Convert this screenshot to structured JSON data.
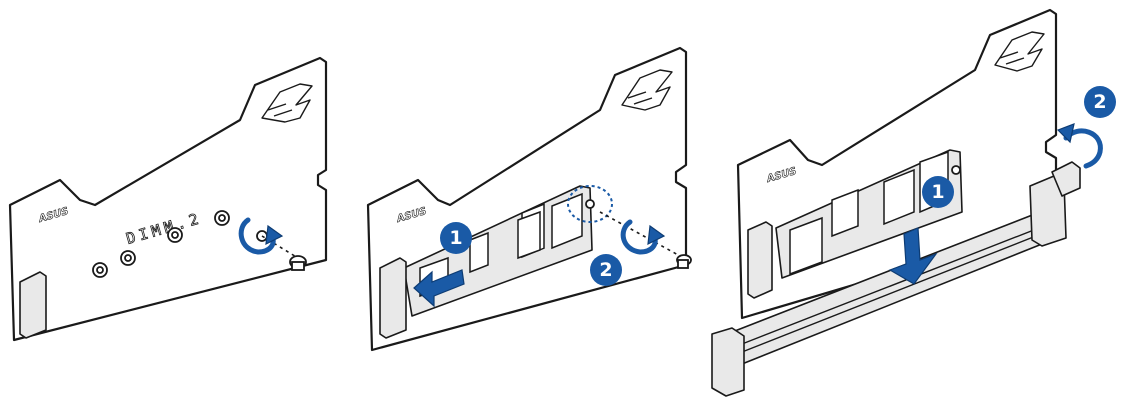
{
  "panels": [
    {
      "board_logo": "ASUS",
      "board_label": "DIMM.2"
    },
    {
      "board_logo": "ASUS",
      "steps": [
        "1",
        "2"
      ]
    },
    {
      "board_logo": "ASUS",
      "steps": [
        "1",
        "2"
      ]
    }
  ],
  "colors": {
    "step_blue": "#1a5aa6",
    "line": "#1a1a1a"
  }
}
